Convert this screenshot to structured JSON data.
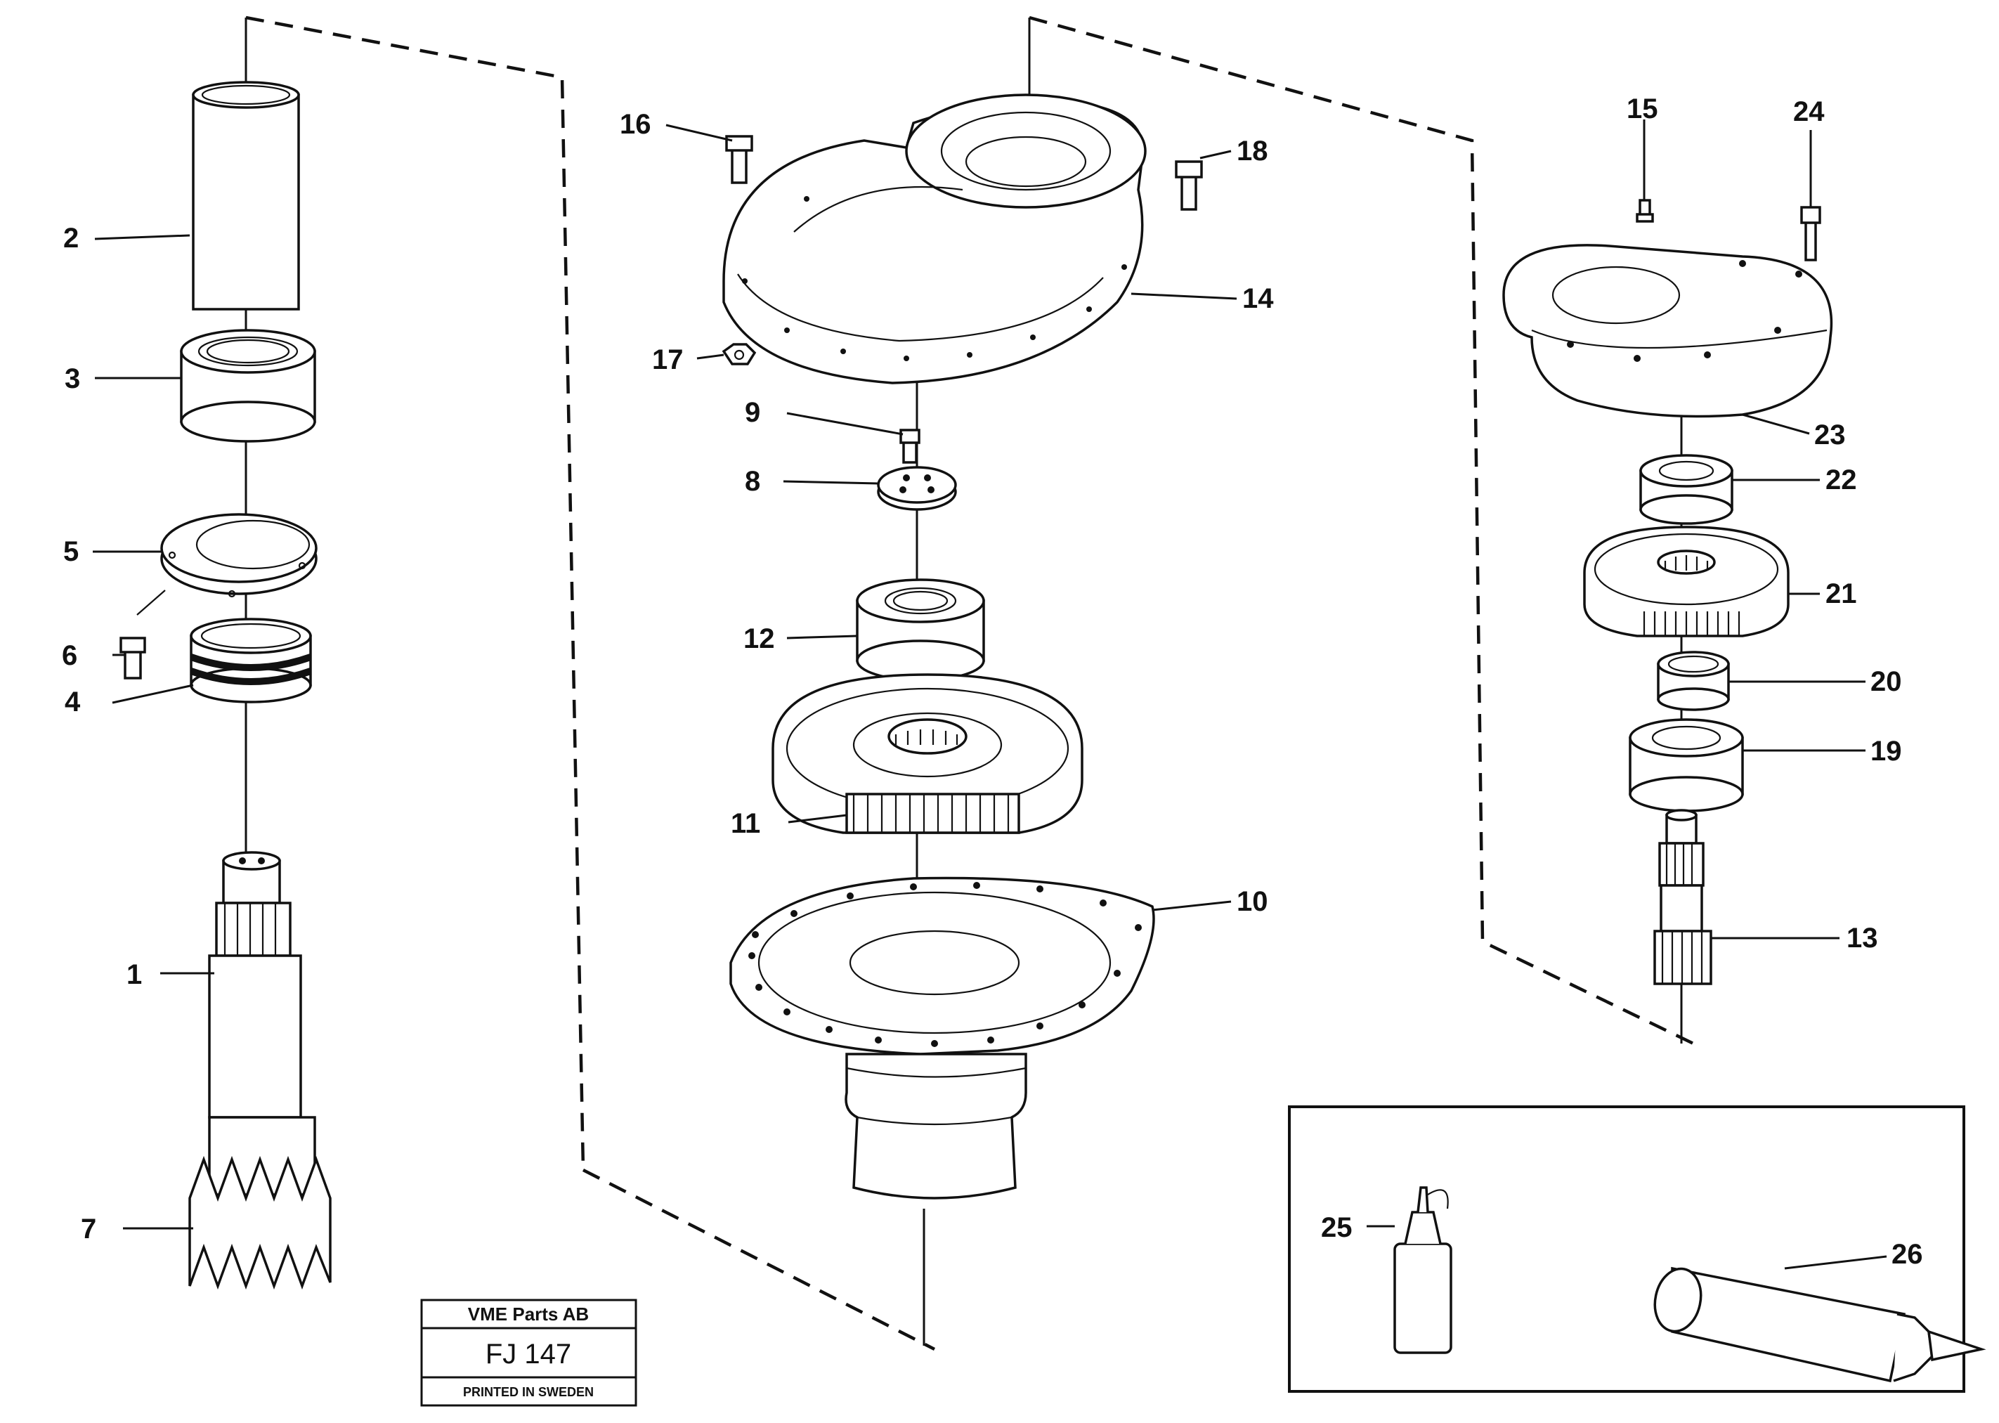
{
  "callouts": [
    "1",
    "2",
    "3",
    "4",
    "5",
    "6",
    "7",
    "8",
    "9",
    "10",
    "11",
    "12",
    "13",
    "14",
    "15",
    "16",
    "17",
    "18",
    "19",
    "20",
    "21",
    "22",
    "23",
    "24",
    "25",
    "26"
  ],
  "title_block": {
    "company": "VME Parts AB",
    "drawing_no": "FJ 147",
    "printed": "PRINTED IN SWEDEN"
  }
}
